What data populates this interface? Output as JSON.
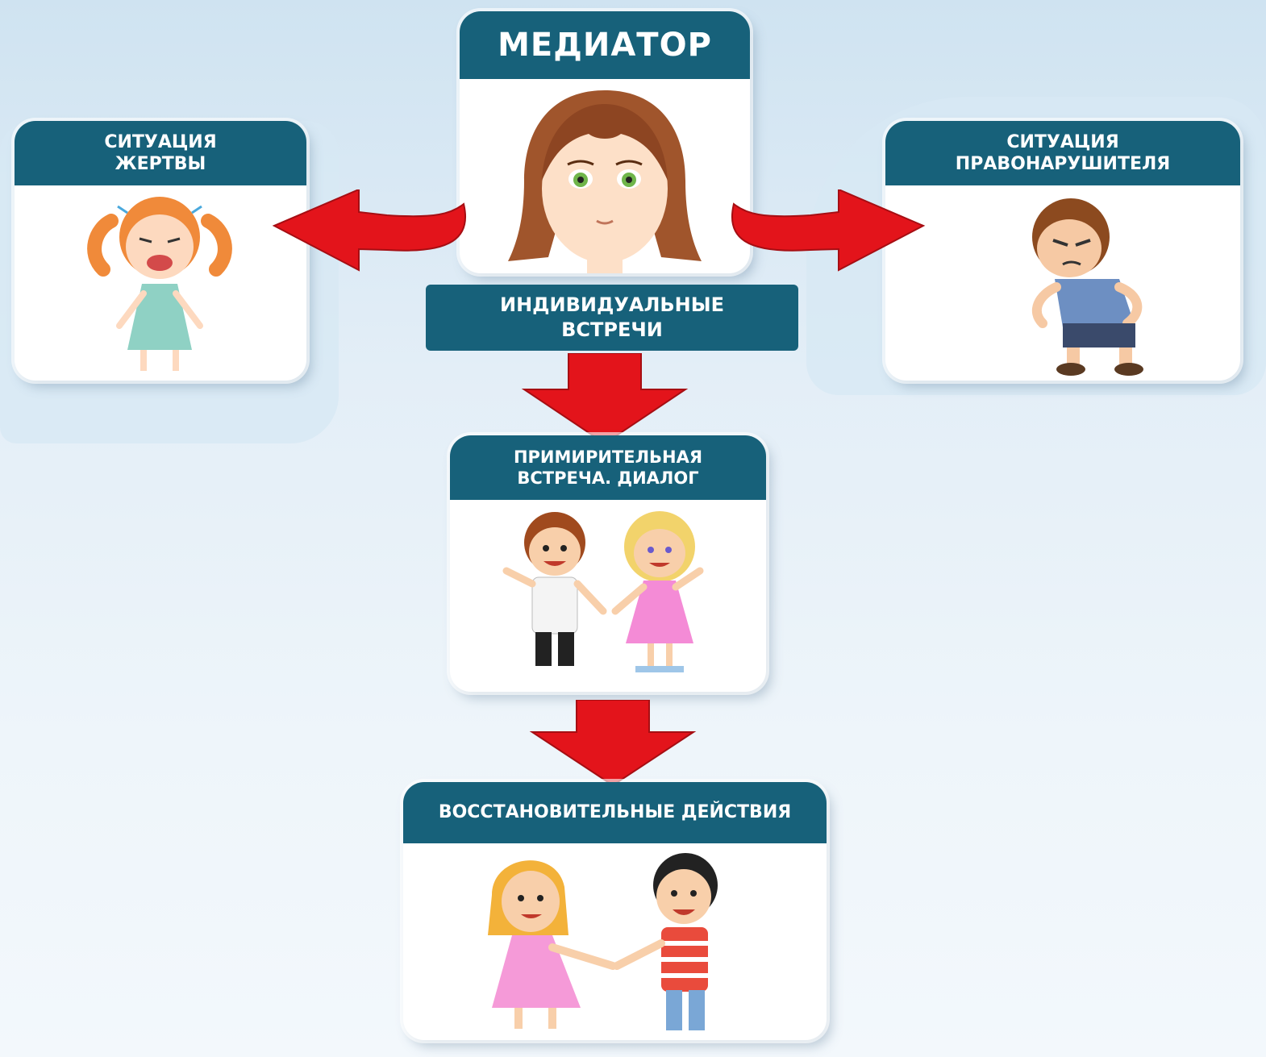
{
  "colors": {
    "header": "#17617a",
    "arrow": "#e3141b",
    "card": "#ffffff"
  },
  "mediator": {
    "title": "МЕДИАТОР",
    "icon": "woman-face-icon"
  },
  "victim": {
    "title": "СИТУАЦИЯ ЖЕРТВЫ",
    "icon": "crying-girl-icon"
  },
  "offender": {
    "title": "СИТУАЦИЯ ПРАВОНАРУШИТЕЛЯ",
    "icon": "angry-boy-icon"
  },
  "individual": {
    "label": "ИНДИВИДУАЛЬНЫЕ ВСТРЕЧИ"
  },
  "reconciliation": {
    "title": "ПРИМИРИТЕЛЬНАЯ ВСТРЕЧА. ДИАЛОГ",
    "icon": "boy-and-girl-icon"
  },
  "restorative": {
    "title": "ВОССТАНОВИТЕЛЬНЫЕ ДЕЙСТВИЯ",
    "icon": "handshake-kids-icon"
  }
}
